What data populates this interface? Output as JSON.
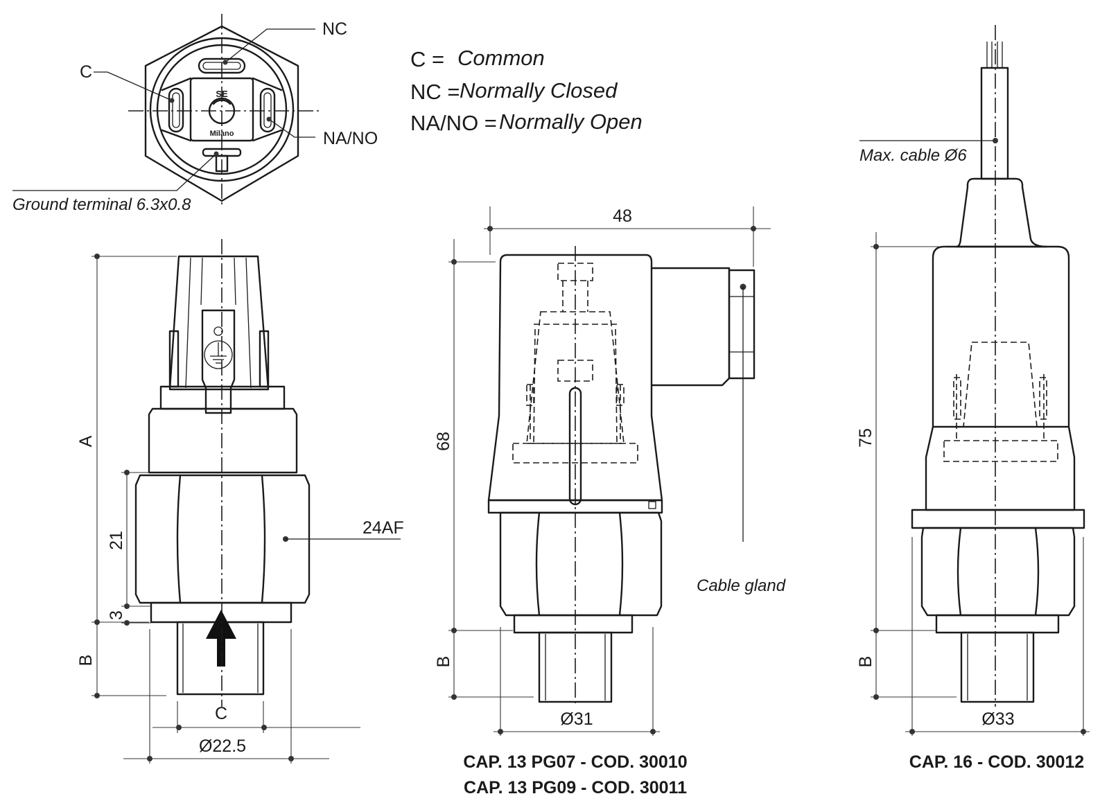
{
  "top_view": {
    "label_nc": "NC",
    "label_c": "C",
    "label_nano": "NA/NO",
    "ground_terminal": "Ground terminal 6.3x0.8",
    "brand_top": "SE",
    "brand_bottom": "Milano"
  },
  "legend": [
    {
      "code": "C =",
      "meaning": "Common"
    },
    {
      "code": "NC =",
      "meaning": "Normally Closed"
    },
    {
      "code": "NA/NO =",
      "meaning": "Normally Open"
    }
  ],
  "view_left": {
    "dim_a": "A",
    "dim_21": "21",
    "dim_3": "3",
    "dim_b": "B",
    "dim_c": "C",
    "dim_dia": "Ø22.5",
    "hex_label": "24AF"
  },
  "view_middle": {
    "dim_width": "48",
    "dim_height": "68",
    "dim_b": "B",
    "dim_dia": "Ø31",
    "cable_gland": "Cable gland",
    "caption_line1": "CAP. 13 PG07 - COD. 30010",
    "caption_line2": "CAP. 13 PG09 - COD. 30011"
  },
  "view_right": {
    "max_cable": "Max. cable Ø6",
    "dim_height": "75",
    "dim_b": "B",
    "dim_dia": "Ø33",
    "caption": "CAP. 16 - COD. 30012"
  }
}
